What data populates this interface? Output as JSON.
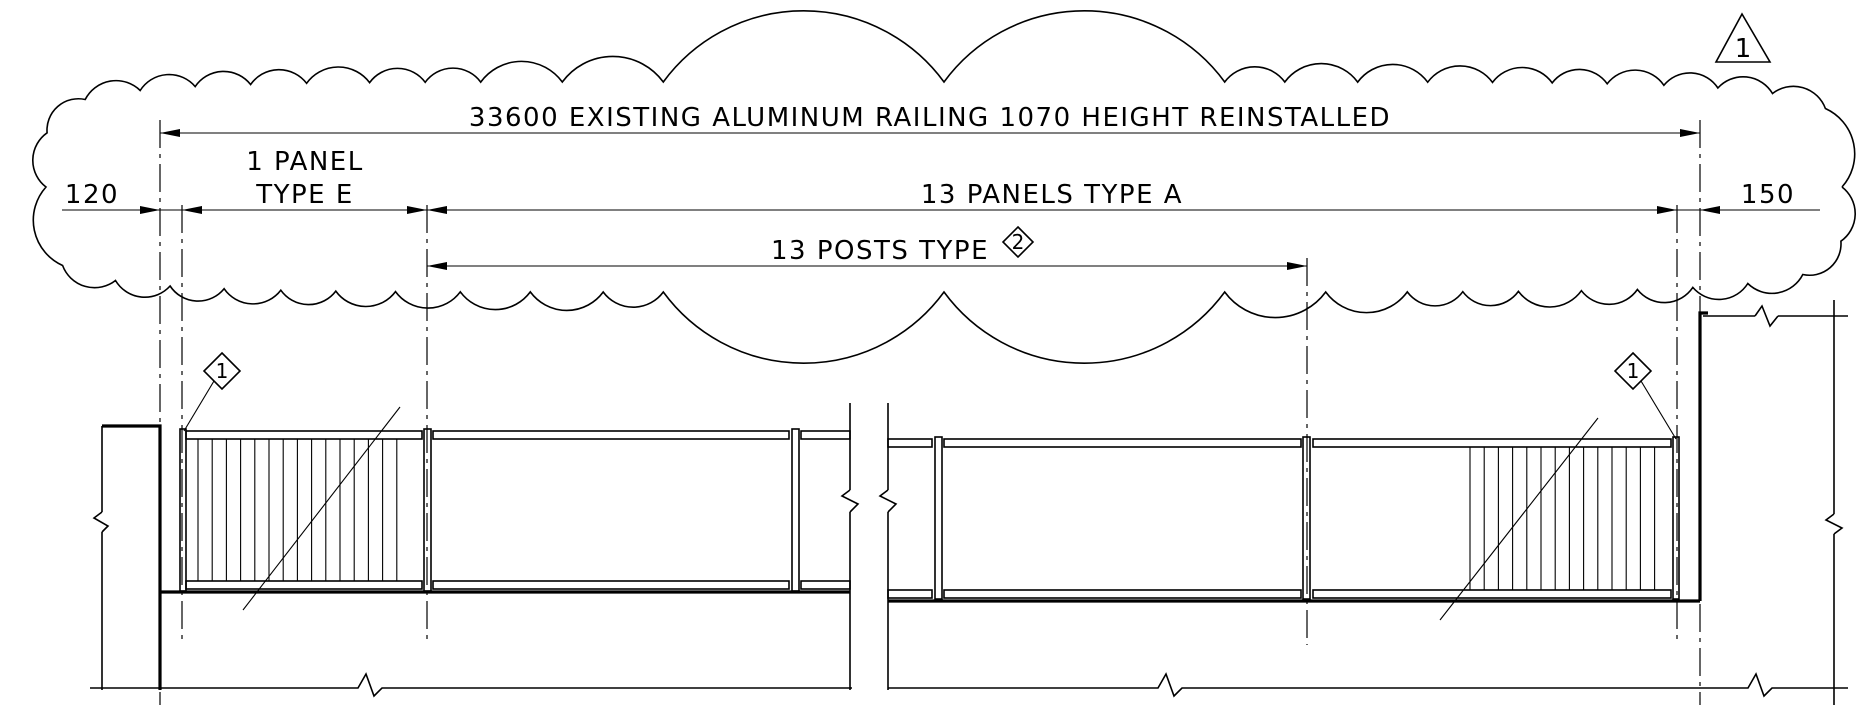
{
  "dimensions": {
    "overall": "33600 EXISTING ALUMINUM RAILING 1070 HEIGHT REINSTALLED",
    "left_offset": "120",
    "right_offset": "150",
    "panel_e_line1": "1 PANEL",
    "panel_e_line2": "TYPE E",
    "panels_a": "13 PANELS TYPE A",
    "posts": "13 POSTS TYPE"
  },
  "tags": {
    "revision": "1",
    "post_type": "2",
    "panel_tag_left": "1",
    "panel_tag_right": "1"
  }
}
